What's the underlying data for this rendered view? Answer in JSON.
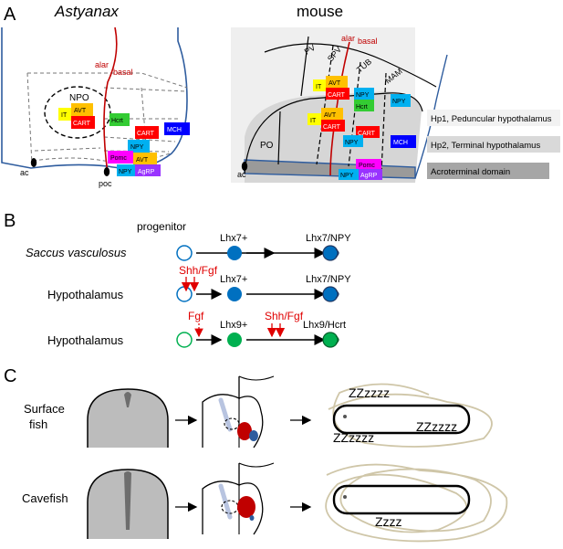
{
  "panel_a": {
    "letter": "A",
    "left_title": "Astyanax",
    "right_title": "mouse",
    "alar": "alar",
    "basal": "basal",
    "npo": "NPO",
    "ac": "ac",
    "poc": "poc",
    "po": "PO",
    "regions": {
      "pv": "PV",
      "spv": "SPV",
      "tub": "TUB",
      "mam": "MAM"
    },
    "markers": {
      "it": "IT",
      "avt": "AVT",
      "cart": "CART",
      "hcrt": "Hcrt",
      "mch": "MCH",
      "npy": "NPY",
      "pomc": "Pomc",
      "agrp": "AgRP"
    },
    "legend": [
      {
        "text": "Hp1, Peduncular hypothalamus",
        "color": "#f2f2f2"
      },
      {
        "text": "Hp2, Terminal hypothalamus",
        "color": "#d9d9d9"
      },
      {
        "text": "Acroterminal domain",
        "color": "#a6a6a6"
      }
    ],
    "colors": {
      "it": "#ffff00",
      "avt": "#ffc000",
      "cart": "#ff0000",
      "hcrt": "#33cc33",
      "mch": "#0000ff",
      "npy": "#00b0f0",
      "pomc": "#ff00ff",
      "agrp": "#9933ff",
      "boundary": "#2e5c9e",
      "alar_basal": "#c00000"
    }
  },
  "panel_b": {
    "letter": "B",
    "progenitor": "progenitor",
    "rows": [
      {
        "label": "Saccus vasculosus",
        "mid": "Lhx7+",
        "end": "Lhx7/NPY",
        "signal1": "",
        "signal2": ""
      },
      {
        "label": "Hypothalamus",
        "mid": "Lhx7+",
        "end": "Lhx7/NPY",
        "signal1": "Shh/Fgf",
        "signal2": ""
      },
      {
        "label": "Hypothalamus",
        "mid": "Lhx9+",
        "end": "Lhx9/Hcrt",
        "signal1": "Fgf",
        "signal2": "Shh/Fgf"
      }
    ],
    "colors": {
      "blue": "#0070c0",
      "green": "#00b050",
      "signal": "#e00000"
    }
  },
  "panel_c": {
    "letter": "C",
    "surface_label": [
      "Surface",
      "fish"
    ],
    "cave_label": "Cavefish",
    "sleep_surface": [
      "ZZzzzz",
      "ZZzzzz",
      "ZZzzzz"
    ],
    "sleep_cave": "Zzzz"
  }
}
